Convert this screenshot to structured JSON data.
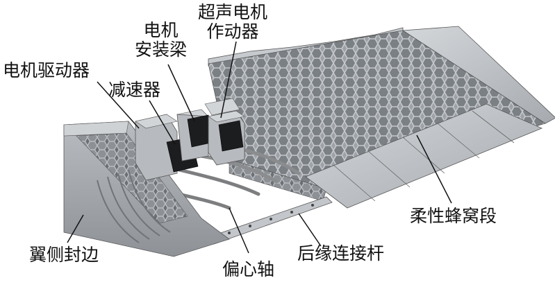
{
  "labels": {
    "ultrasonic_actuator_line1": "超声电机",
    "ultrasonic_actuator_line2": "作动器",
    "motor_mount_beam_line1": "电机",
    "motor_mount_beam_line2": "安装梁",
    "motor_driver": "电机驱动器",
    "reducer": "减速器",
    "wing_side_edge": "翼侧封边",
    "eccentric_shaft": "偏心轴",
    "trailing_edge_link": "后缘连接杆",
    "flexible_honeycomb_segment": "柔性蜂窝段"
  },
  "colors": {
    "panel_light": "#c9ccd0",
    "panel_mid": "#a9adb2",
    "panel_dark": "#6f7479",
    "honeycomb": "#7e8388",
    "motor_black": "#1c1d1f",
    "cable": "#8a8c8e",
    "leader_line": "#111111"
  }
}
